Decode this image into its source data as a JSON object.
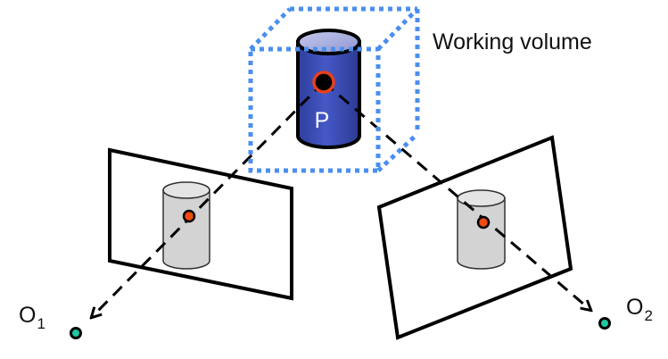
{
  "diagram": {
    "title": "Stereo triangulation of point P in working volume",
    "working_volume_label": "Working volume",
    "point_label": "P",
    "camera_1": {
      "label": "O",
      "subscript": "1"
    },
    "camera_2": {
      "label": "O",
      "subscript": "2"
    }
  },
  "colors": {
    "volume_outline": "#4A8FEF",
    "object_fill": "#3A4DB5",
    "object_top": "#A9AEDD",
    "point_ring": "#E8401C",
    "point_fill": "#000000",
    "projection_fill": "#D3D3D3",
    "projection_top": "#E4E4E4",
    "projected_point": "#F04A12",
    "camera_center": "#1FC8A0"
  }
}
